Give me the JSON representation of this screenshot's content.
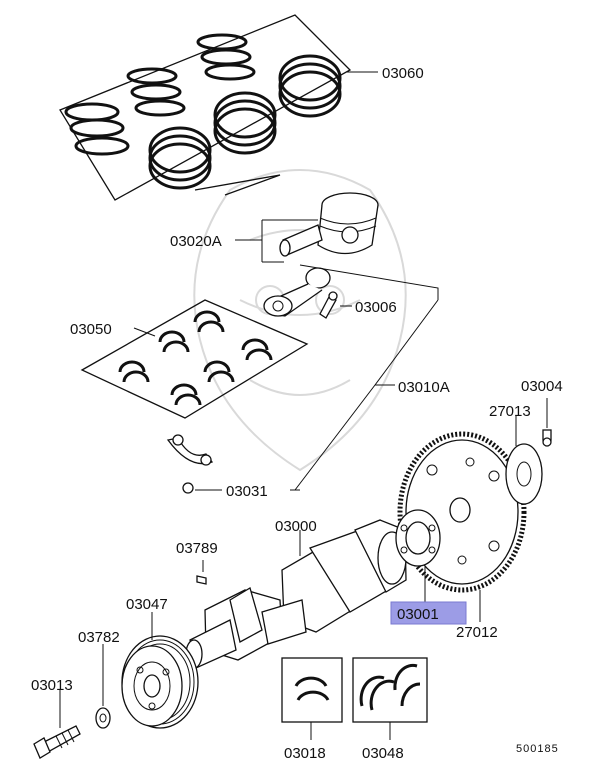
{
  "parts": {
    "p03060": "03060",
    "p03020A": "03020A",
    "p03006": "03006",
    "p03050": "03050",
    "p03010A": "03010A",
    "p03004": "03004",
    "p27013": "27013",
    "p03031": "03031",
    "p03000": "03000",
    "p03789": "03789",
    "p03047": "03047",
    "p03001": "03001",
    "p27012": "27012",
    "p03782": "03782",
    "p03013": "03013",
    "p03018": "03018",
    "p03048": "03048"
  },
  "diagram_code": "500185",
  "highlight": {
    "part": "03001",
    "color": "#9c9ce6"
  }
}
